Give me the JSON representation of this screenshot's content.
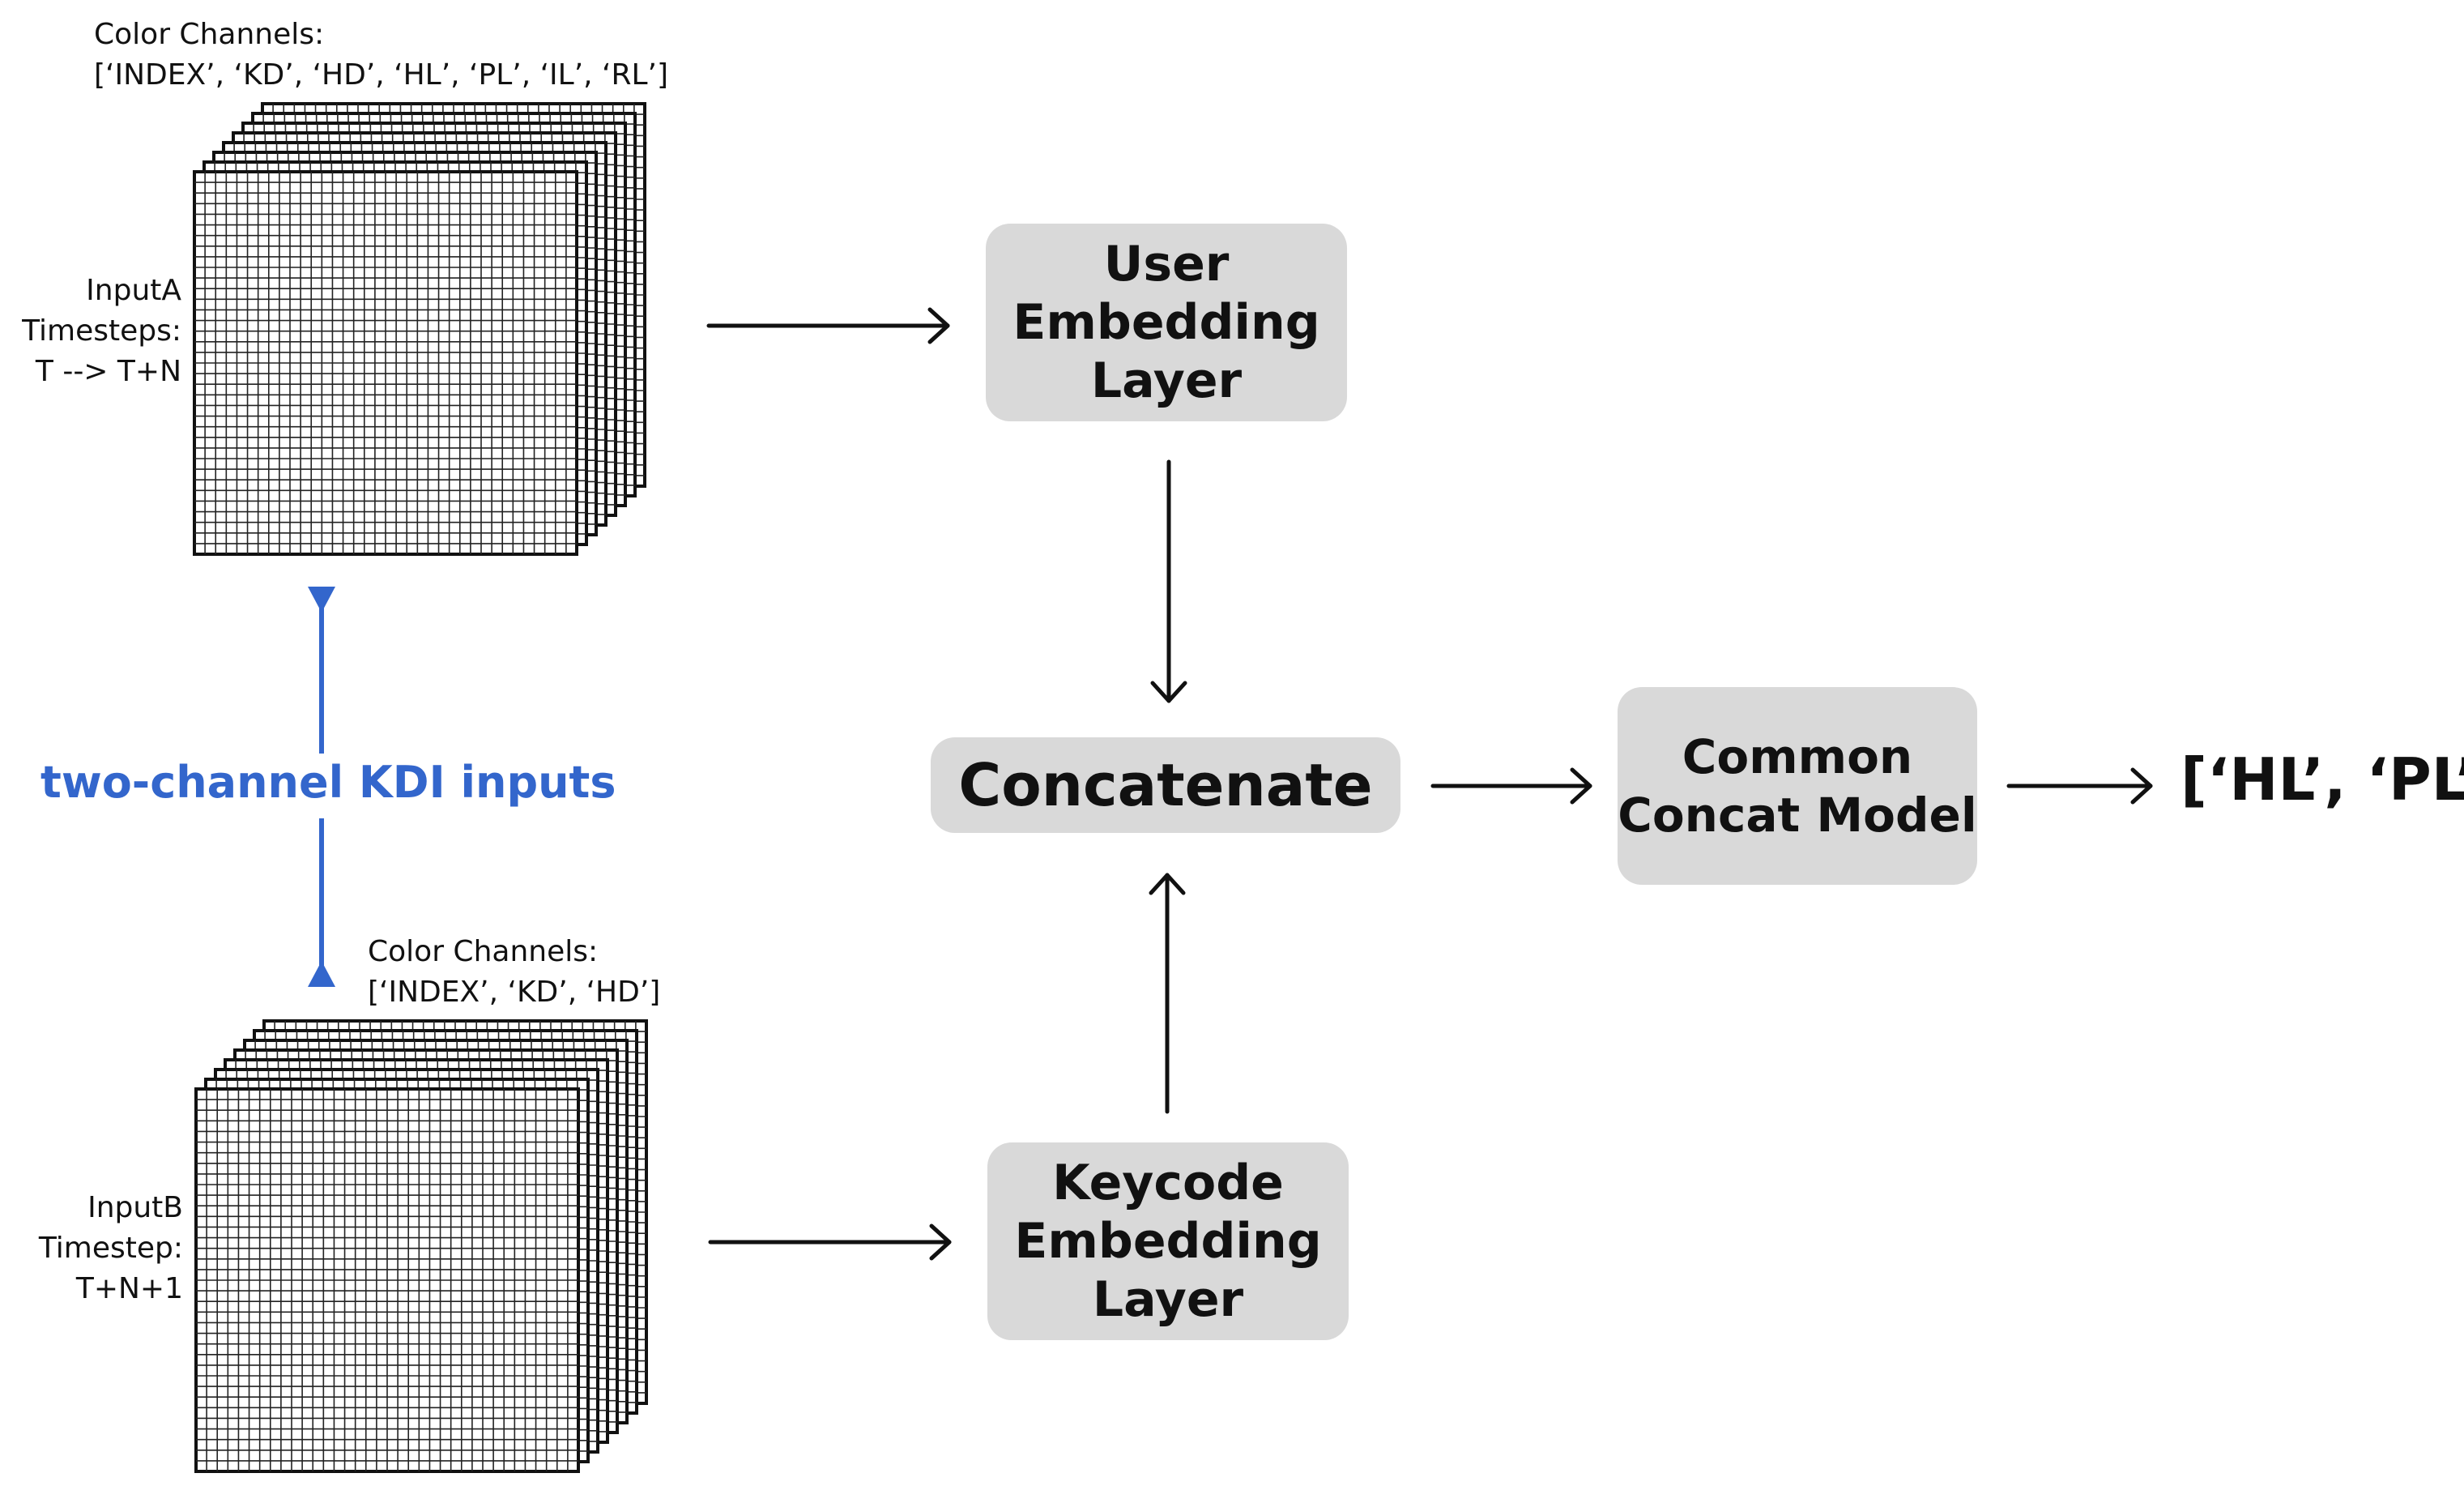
{
  "inputA": {
    "channels_title": "Color Channels:",
    "channels_list": "[‘INDEX’, ‘KD’, ‘HD’, ‘HL’, ‘PL’, ‘IL’, ‘RL’]",
    "name": "InputA",
    "timestep_label": "Timesteps:",
    "timestep_value": "T --> T+N"
  },
  "inputB": {
    "channels_title": "Color Channels:",
    "channels_list": "[‘INDEX’, ‘KD’, ‘HD’]",
    "name": "InputB",
    "timestep_label": "Timestep:",
    "timestep_value": "T+N+1"
  },
  "kdi_label": "two-channel KDI inputs",
  "user_embedding": {
    "line1": "User",
    "line2": "Embedding",
    "line3": "Layer"
  },
  "keycode_embedding": {
    "line1": "Keycode",
    "line2": "Embedding",
    "line3": "Layer"
  },
  "concatenate": "Concatenate",
  "common_model": {
    "line1": "Common",
    "line2": "Concat Model"
  },
  "output": "[‘HL’, ‘PL’]",
  "colors": {
    "box_fill": "#d9d9d9",
    "accent_blue": "#3366cc",
    "ink": "#111111"
  }
}
